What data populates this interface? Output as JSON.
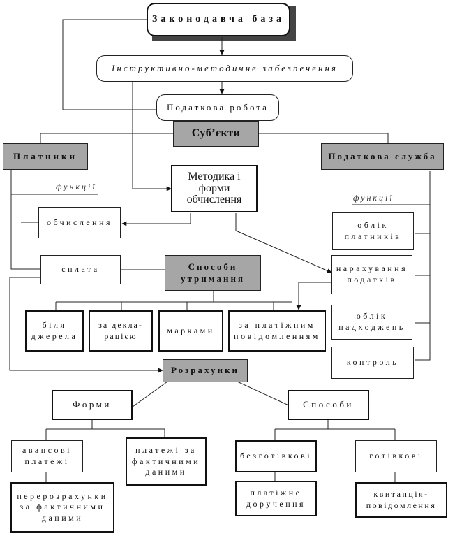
{
  "nodes": {
    "legal_base": "Законодавча база",
    "instructive": "Інструктивно-методичне забезпечення",
    "tax_work": "Податкова робота",
    "subjects": "Суб’єкти",
    "payers": "Платники",
    "tax_service": "Податкова служба",
    "methods": "Методика і форми обчислення",
    "payers_functions": "функції",
    "calculation": "обчислення",
    "payment": "сплата",
    "collection_methods": "Способи утримання",
    "service_functions": "функції",
    "payer_accounting": "облік платників",
    "tax_assessment": "нарахування податків",
    "receipts_accounting": "облік надходжень",
    "control": "контроль",
    "at_source": "біля джерела",
    "by_declaration": "за декла-рацією",
    "by_stamps": "марками",
    "by_notice": "за платіжним повідомленням",
    "settlements": "Розрахунки",
    "forms": "Форми",
    "ways": "Способи",
    "advance_payments": "авансові платежі",
    "actual_payments": "платежі за фактичними даними",
    "recalculations": "перерозрахунки за фактичними даними",
    "non_cash": "безготівкові",
    "cash": "готівкові",
    "payment_order": "платіжне доручення",
    "receipt_notice": "квитанція-повідомлення"
  }
}
